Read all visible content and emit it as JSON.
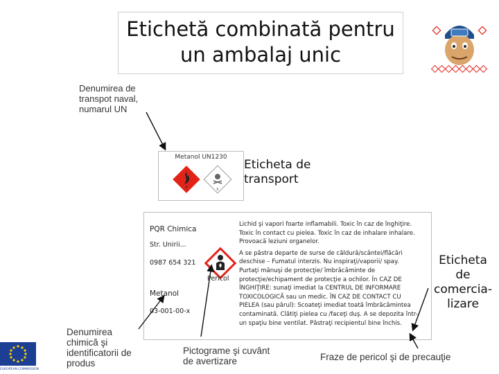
{
  "slide": {
    "title_line1": "Etichetă combinată pentru",
    "title_line2": "un ambalaj unic"
  },
  "annotations": {
    "transport_name": [
      "Denumirea de",
      "transpot naval,",
      "numarul UN"
    ],
    "transport_label": [
      "Eticheta de",
      "transport"
    ],
    "commercial_label": [
      "Eticheta de",
      "comercia-",
      "lizare"
    ],
    "chemical_name": [
      "Denumirea",
      "chimică şi",
      "identificatorii de",
      "produs"
    ],
    "pictograms": [
      "Pictograme şi cuvânt",
      "de avertizare"
    ],
    "phrases": "Fraze de pericol şi de precauţie"
  },
  "transport_sticker": {
    "text": "Metanol UN1230"
  },
  "product_label": {
    "company": "PQR Chimica",
    "street": "Str. Unirii...",
    "phone": "0987 654 321",
    "signal_word": "Pericol",
    "product": "Metanol",
    "identifier": "03-001-00-x",
    "hazard_lines": [
      "Lichid şi vapori foarte inflamabili. Toxic în caz de înghiţire.",
      "Toxic în contact cu pielea. Toxic în caz de inhalare inhalare.",
      "Provoacă leziuni organelor.",
      "A se păstra departe de surse de căldură/scântei/flăcări",
      "deschise – Fumatul interzis. Nu inspiraţi/vaporii/ spay.",
      "Purtaţi mănuşi de protecţie/ îmbrăcăminte de",
      "protecţie/echipament de protecţie a ochilor. În CAZ DE",
      "ÎNGHIŢIRE: sunaţi imediat la CENTRUL DE INFORMARE",
      "TOXICOLOGICĂ sau un medic. ÎN CAZ DE CONTACT CU",
      "PIELEA (sau părul): Scoateţi imediat toată îmbrăcămintea",
      "contaminată. Clătiţi pielea cu /faceţi duş. A se depozita într-",
      "un spaţiu bine ventilat. Păstraţi recipientul bine închis."
    ]
  },
  "footer": {
    "eu_caption": "EUROPEAN COMMISSION"
  },
  "colors": {
    "flammable_red": "#e2231a",
    "toxic_border": "#e2231a",
    "eu_blue": "#1c3f94",
    "eu_star": "#ffd200"
  },
  "icons": [
    "flame-icon",
    "skull-crossbones-icon",
    "health-hazard-icon",
    "arrow-icon",
    "eu-flag-icon",
    "mascot-image"
  ]
}
